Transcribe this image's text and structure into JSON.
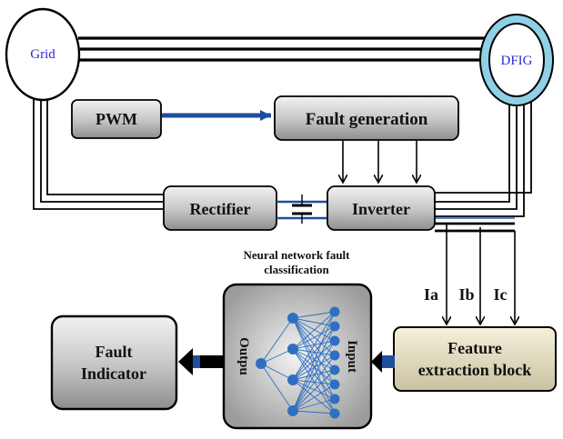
{
  "nodes": {
    "grid": "Grid",
    "dfig": "DFIG",
    "pwm": "PWM",
    "fault_generation": "Fault generation",
    "rectifier": "Rectifier",
    "inverter": "Inverter",
    "nn_title_line1": "Neural network fault",
    "nn_title_line2": "classification",
    "nn_input": "Input",
    "nn_output": "Outpu",
    "feature_line1": "Feature",
    "feature_line2": "extraction block",
    "fault_indicator_line1": "Fault",
    "fault_indicator_line2": "Indicator"
  },
  "signals": {
    "ia": "Ia",
    "ib": "Ib",
    "ic": "Ic"
  },
  "colors": {
    "box_gray": "#bdbdbd",
    "feature_fill": "#e6e0c4",
    "link_blue": "#1f4e9c",
    "dfig_ring": "#8fd0e6",
    "node_blue": "#2f6fc2"
  }
}
